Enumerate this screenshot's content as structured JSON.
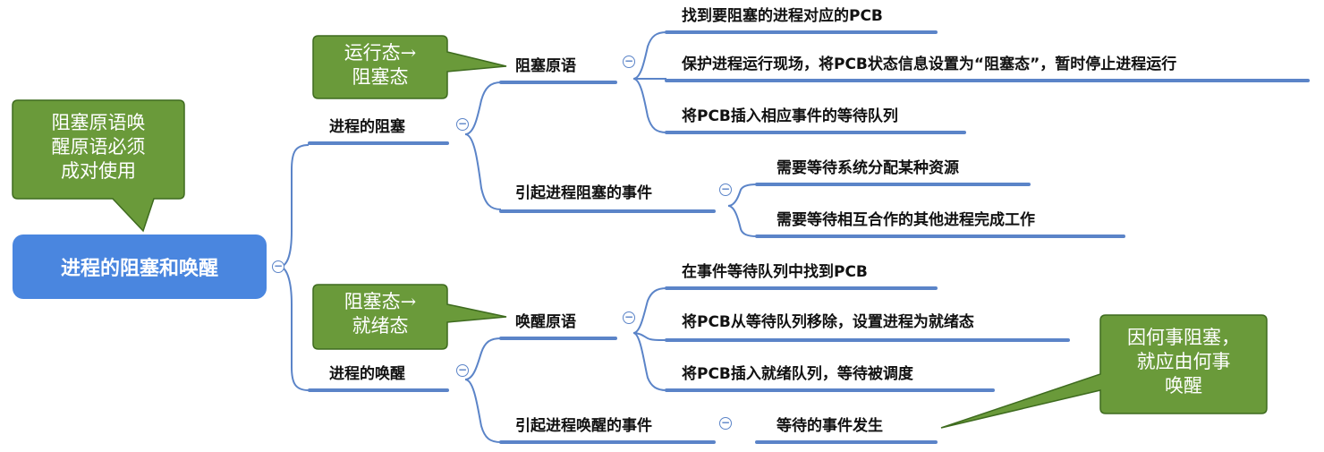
{
  "root": {
    "label": "进程的阻塞和唤醒"
  },
  "blocking": {
    "label": "进程的阻塞",
    "primitive": {
      "label": "阻塞原语",
      "steps": [
        "找到要阻塞的进程对应的PCB",
        "保护进程运行现场，将PCB状态信息设置为“阻塞态”，暂时停止进程运行",
        "将PCB插入相应事件的等待队列"
      ]
    },
    "events": {
      "label": "引起进程阻塞的事件",
      "items": [
        "需要等待系统分配某种资源",
        "需要等待相互合作的其他进程完成工作"
      ]
    }
  },
  "wakeup": {
    "label": "进程的唤醒",
    "primitive": {
      "label": "唤醒原语",
      "steps": [
        "在事件等待队列中找到PCB",
        "将PCB从等待队列移除，设置进程为就绪态",
        "将PCB插入就绪队列，等待被调度"
      ]
    },
    "events": {
      "label": "引起进程唤醒的事件",
      "items": [
        "等待的事件发生"
      ]
    }
  },
  "callouts": {
    "pairing": [
      "阻塞原语唤",
      "醒原语必须",
      "成对使用"
    ],
    "block_transition": [
      "运行态→",
      "阻塞态"
    ],
    "wake_transition": [
      "阻塞态→",
      "就绪态"
    ],
    "cause": [
      "因何事阻塞，",
      "就应由何事",
      "唤醒"
    ]
  },
  "colors": {
    "line": "#5b84c8",
    "root_fill": "#4a86df",
    "callout_fill": "#6a9a3a",
    "callout_border": "#3e6b1f"
  }
}
